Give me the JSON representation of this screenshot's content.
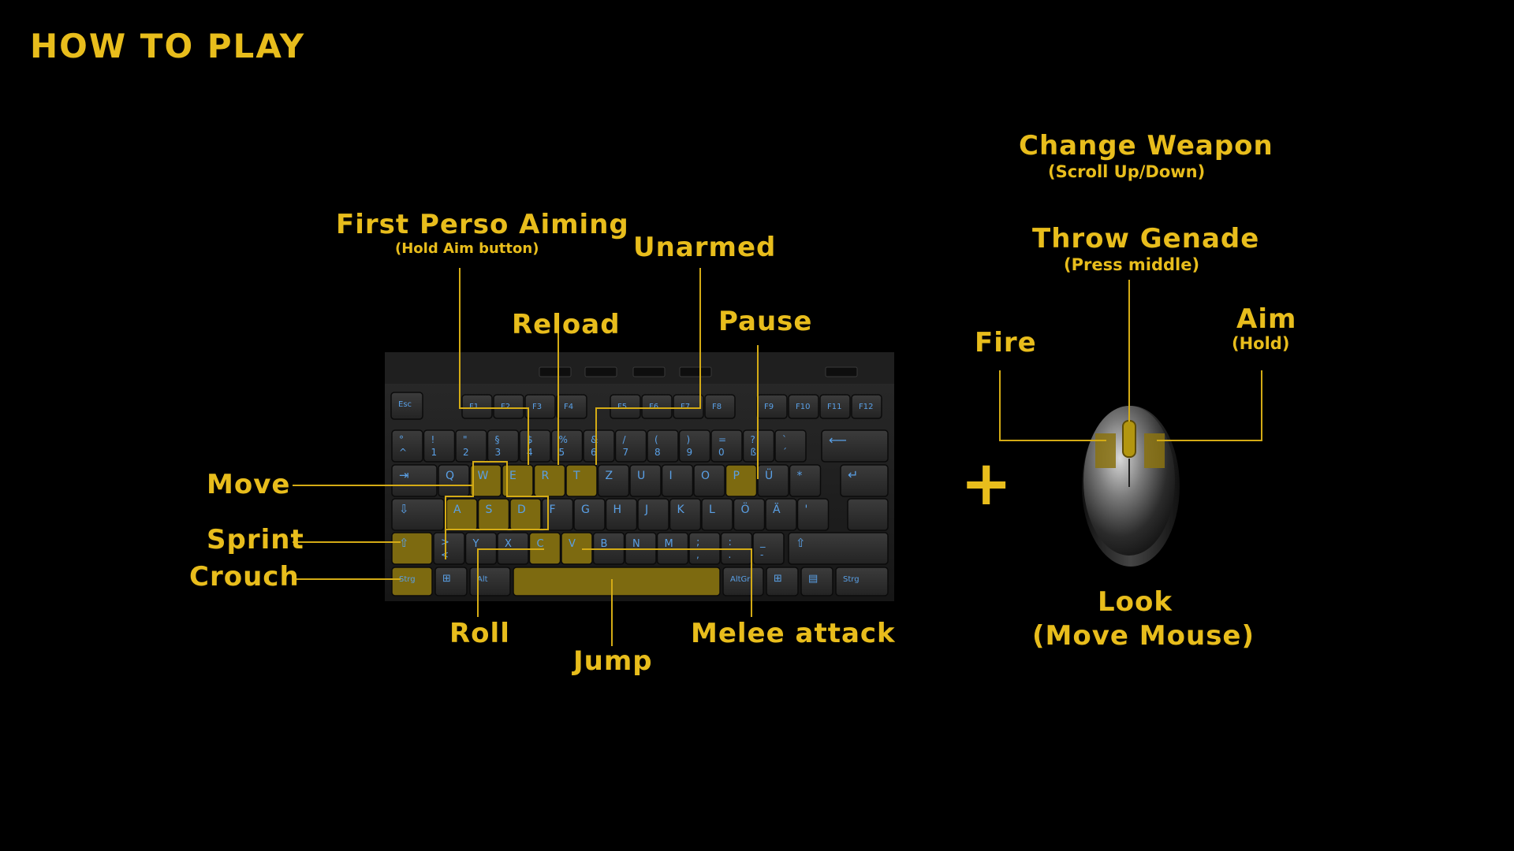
{
  "title": "HOW TO PLAY",
  "colors": {
    "accent": "#e8bd1c",
    "key_legend": "#5aa0e6",
    "background": "#000000"
  },
  "keyboard": {
    "labels": {
      "first_person": "First Perso Aiming",
      "first_person_sub": "(Hold Aim button)",
      "unarmed": "Unarmed",
      "reload": "Reload",
      "pause": "Pause",
      "move": "Move",
      "sprint": "Sprint",
      "crouch": "Crouch",
      "roll": "Roll",
      "jump": "Jump",
      "melee": "Melee attack"
    },
    "fkeys": [
      "Esc",
      "F1",
      "F2",
      "F3",
      "F4",
      "F5",
      "F6",
      "F7",
      "F8",
      "F9",
      "F10",
      "F11",
      "F12"
    ],
    "row_number": [
      "°",
      "!",
      "\"",
      "§",
      "$",
      "%",
      "&",
      "/",
      "(",
      ")",
      "=",
      "?",
      "`"
    ],
    "row_number_sub": [
      "^",
      "1",
      "2",
      "3",
      "4",
      "5",
      "6",
      "7",
      "8",
      "9",
      "0",
      "ß",
      "´"
    ],
    "row_q": [
      "Q",
      "W",
      "E",
      "R",
      "T",
      "Z",
      "U",
      "I",
      "O",
      "P",
      "Ü",
      "*"
    ],
    "row_a": [
      "A",
      "S",
      "D",
      "F",
      "G",
      "H",
      "J",
      "K",
      "L",
      "Ö",
      "Ä",
      "'"
    ],
    "row_y": [
      ">",
      "Y",
      "X",
      "C",
      "V",
      "B",
      "N",
      "M",
      ";",
      ":",
      "_"
    ],
    "row_y_sub": [
      "<",
      "",
      "",
      "",
      "",
      "",
      "",
      "",
      ",",
      ".",
      "-"
    ],
    "mods": {
      "tab": "⇥",
      "caps": "⇩",
      "shift": "⇧",
      "enter": "↵",
      "backspace": "⟵",
      "ctrl_left": "Strg",
      "alt": "Alt",
      "altgr": "AltGr",
      "ctrl_right": "Strg",
      "win": "⊞"
    }
  },
  "mouse": {
    "labels": {
      "change_weapon": "Change Weapon",
      "change_weapon_sub": "(Scroll Up/Down)",
      "throw": "Throw Genade",
      "throw_sub": "(Press middle)",
      "fire": "Fire",
      "aim": "Aim",
      "aim_sub": "(Hold)",
      "look": "Look",
      "look_sub": "(Move Mouse)"
    },
    "plus": "+"
  }
}
